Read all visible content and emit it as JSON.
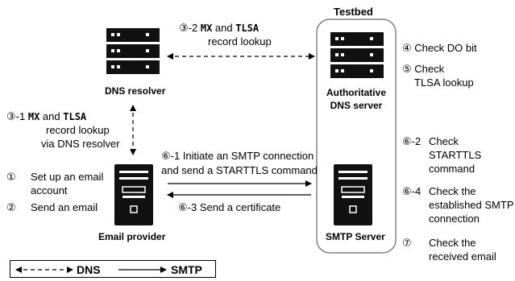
{
  "testbed_title": "Testbed",
  "nodes": {
    "dns_resolver": "DNS resolver",
    "auth_dns": [
      "Authoritative",
      "DNS server"
    ],
    "email_provider": "Email provider",
    "smtp_server": "SMTP Server"
  },
  "steps": {
    "s3_2": {
      "num": "③-2",
      "mx": "MX",
      "and": "and",
      "tlsa": "TLSA",
      "line2": "record lookup"
    },
    "s3_1": {
      "num": "③-1",
      "mx": "MX",
      "and": "and",
      "tlsa": "TLSA",
      "line2": "record lookup",
      "line3": "via DNS resolver"
    },
    "s4": "④ Check DO bit",
    "s5": [
      "⑤ Check",
      "TLSA lookup"
    ],
    "s6_1": [
      "⑥-1 Initiate an SMTP connection",
      "and send a STARTTLS command"
    ],
    "s6_2": {
      "num": "⑥-2",
      "lines": [
        "Check",
        "STARTTLS",
        "command"
      ]
    },
    "s6_3": "⑥-3 Send a certificate",
    "s6_4": {
      "num": "⑥-4",
      "lines": [
        "Check the",
        "established SMTP",
        "connection"
      ]
    },
    "s7": {
      "num": "⑦",
      "lines": [
        "Check the",
        "received email"
      ]
    },
    "s1": {
      "num": "①",
      "lines": [
        "Set up an email",
        "account"
      ]
    },
    "s2": {
      "num": "②",
      "lines": [
        "Send an email"
      ]
    }
  },
  "legend": {
    "dns": "DNS",
    "smtp": "SMTP"
  }
}
